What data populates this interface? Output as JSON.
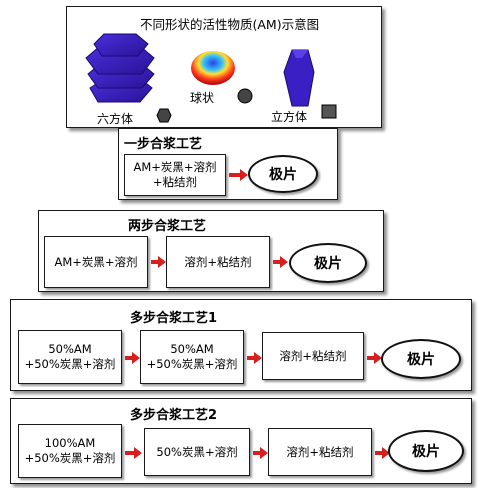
{
  "colors": {
    "arrow": "#d62020",
    "particle": "#3a1fc4",
    "frame_border": "#1a1a1a"
  },
  "top_panel": {
    "title": "不同形状的活性物质(AM)示意图",
    "shapes": [
      {
        "label": "六方体",
        "icon": "hexagon-icon"
      },
      {
        "label": "球状",
        "icon": "circle-icon"
      },
      {
        "label": "立方体",
        "icon": "square-icon"
      }
    ]
  },
  "processes": [
    {
      "title": "一步合浆工艺",
      "steps": [
        [
          "AM+炭黑+溶剂",
          "+粘结剂"
        ]
      ],
      "result": "极片"
    },
    {
      "title": "两步合浆工艺",
      "steps": [
        [
          "AM+炭黑+溶剂"
        ],
        [
          "溶剂+粘结剂"
        ]
      ],
      "result": "极片"
    },
    {
      "title": "多步合浆工艺1",
      "steps": [
        [
          "50%AM",
          "+50%炭黑+溶剂"
        ],
        [
          "50%AM",
          "+50%炭黑+溶剂"
        ],
        [
          "溶剂+粘结剂"
        ]
      ],
      "result": "极片"
    },
    {
      "title": "多步合浆工艺2",
      "steps": [
        [
          "100%AM",
          "+50%炭黑+溶剂"
        ],
        [
          "50%炭黑+溶剂"
        ],
        [
          "溶剂+粘结剂"
        ]
      ],
      "result": "极片"
    }
  ]
}
